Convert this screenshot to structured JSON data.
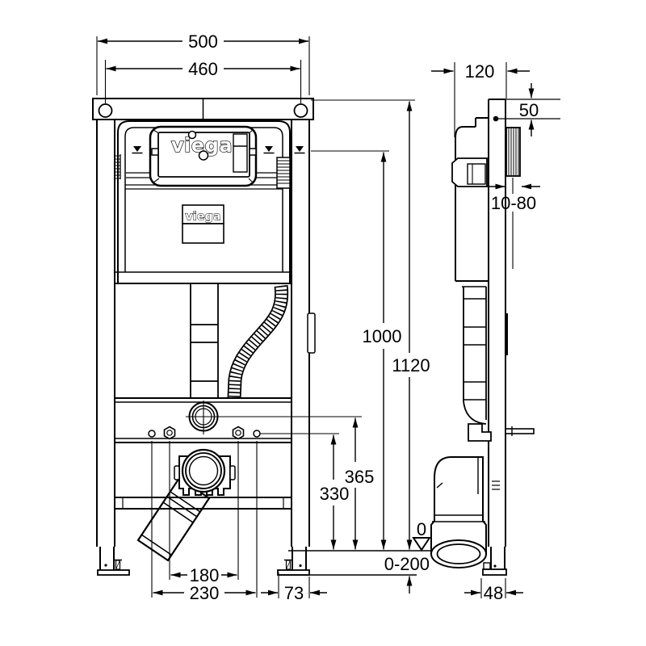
{
  "dims": {
    "overall_width": "500",
    "anchor_spacing": "460",
    "total_height": "1120",
    "actuator_height": "1000",
    "flush_bend_height": "365",
    "stud_height": "330",
    "stud_spacing": "180",
    "hole_spacing": "230",
    "edge_offset": "73",
    "floor_level": "0",
    "feet_adjustment": "0-200",
    "frame_depth": "120",
    "top_offset": "50",
    "wall_finish": "10-80",
    "foot_width": "48"
  },
  "logos": {
    "actuator_plate": "viega",
    "cistern_cover": "viega"
  }
}
